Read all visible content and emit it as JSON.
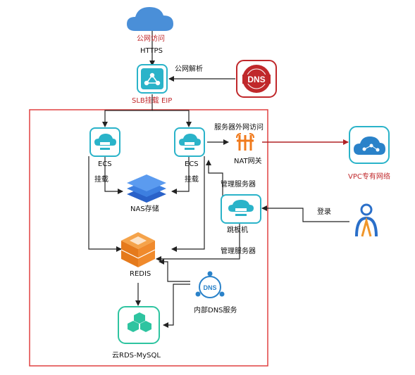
{
  "labels": {
    "public_access": "公网访问",
    "https": "HTTPS",
    "public_dns": "公网解析",
    "slb_eip": "SLB挂载 EIP",
    "server_outbound": "服务器外网访问",
    "ecs_left": "ECS",
    "ecs_right": "ECS",
    "mount_left": "挂载",
    "mount_right": "挂载",
    "nas": "NAS存储",
    "nat": "NAT网关",
    "vpc": "VPC专有网络",
    "manage_server_1": "管理服务器",
    "login": "登录",
    "bastion": "跳板机",
    "manage_server_2": "管理服务器",
    "redis": "REDIS",
    "internal_dns": "内部DNS服务",
    "rds": "云RDS-MySQL"
  },
  "icon_text": {
    "dns_public": "DNS",
    "dns_internal": "DNS"
  },
  "colors": {
    "cloud": "#4a8fd8",
    "accent_red": "#c0282b",
    "teal": "#2ab3c9",
    "nas_blue": "#3d7fe0",
    "redis_orange": "#f08a2c",
    "rds_green": "#2ec4a0",
    "nat_orange": "#f07a1c",
    "user_blue": "#2a6fc9",
    "user_orange": "#f0962a",
    "boundary": "#e04040",
    "arrow": "#222222"
  }
}
